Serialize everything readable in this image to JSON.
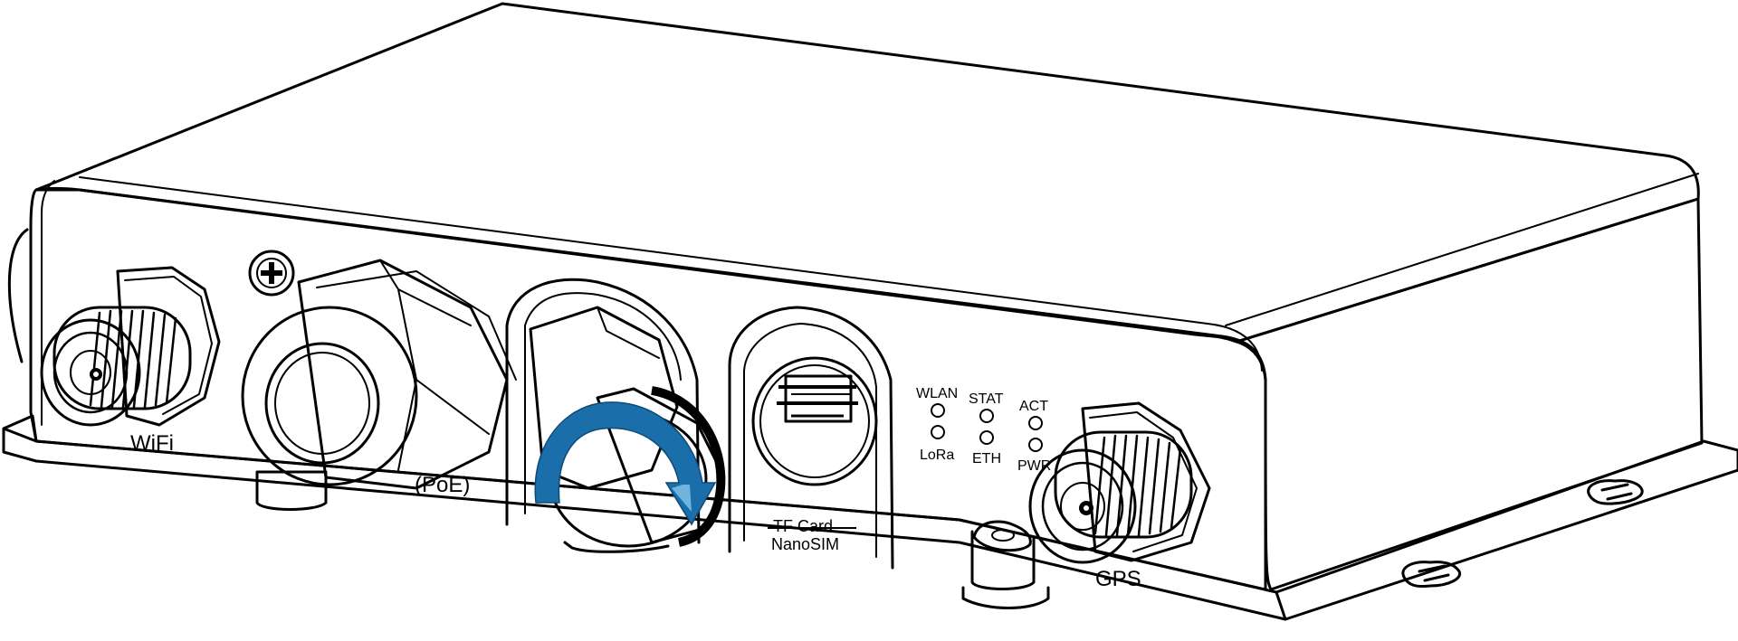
{
  "diagram": {
    "labels": {
      "wifi": "WiFi",
      "poe": "(PoE)",
      "tf_card": "TF Card",
      "nanosim": "NanoSIM",
      "gps": "GPS",
      "led_wlan": "WLAN",
      "led_lora": "LoRa",
      "led_stat": "STAT",
      "led_eth": "ETH",
      "led_act": "ACT",
      "led_pwr": "PWR"
    },
    "colors": {
      "arrow": "#1a6faa",
      "arrow_light": "#6fb4dd",
      "line": "#000000",
      "fill": "#ffffff"
    },
    "icons": {
      "rotation_arrow": "clockwise-arrow-icon"
    }
  }
}
